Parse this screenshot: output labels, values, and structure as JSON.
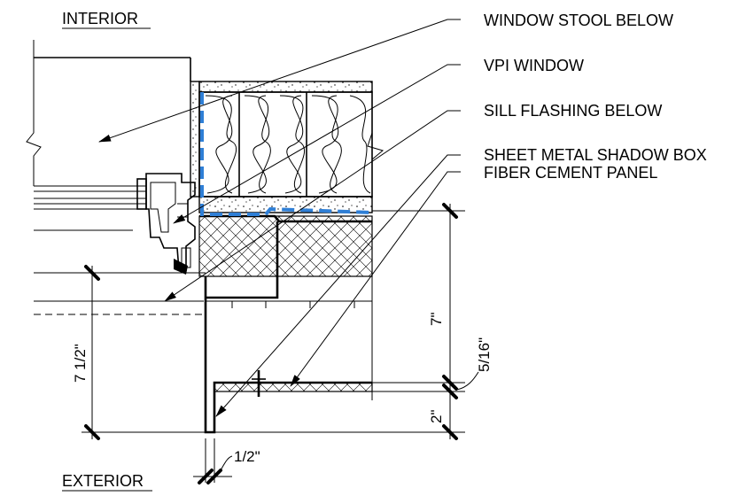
{
  "labels": {
    "interior": "INTERIOR",
    "exterior": "EXTERIOR",
    "window_stool": "WINDOW STOOL BELOW",
    "vpi_window": "VPI WINDOW",
    "sill_flashing": "SILL FLASHING BELOW",
    "shadow_box": "SHEET METAL SHADOW BOX",
    "fiber_cement": "FIBER CEMENT PANEL"
  },
  "dimensions": {
    "d_7_1_2": "7 1/2\"",
    "d_7": "7\"",
    "d_5_16": "5/16\"",
    "d_2": "2\"",
    "d_1_2": "1/2\""
  },
  "colors": {
    "line": "#000000",
    "air_barrier": "#2f7fd6"
  }
}
